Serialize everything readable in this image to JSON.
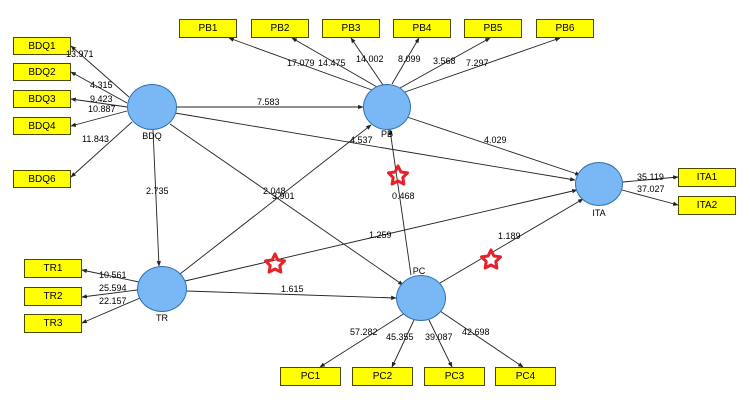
{
  "constructs": {
    "BDQ": "BDQ",
    "PB": "PB",
    "TR": "TR",
    "PC": "PC",
    "ITA": "ITA"
  },
  "indicators": {
    "BDQ1": "BDQ1",
    "BDQ2": "BDQ2",
    "BDQ3": "BDQ3",
    "BDQ4": "BDQ4",
    "BDQ6": "BDQ6",
    "PB1": "PB1",
    "PB2": "PB2",
    "PB3": "PB3",
    "PB4": "PB4",
    "PB5": "PB5",
    "PB6": "PB6",
    "TR1": "TR1",
    "TR2": "TR2",
    "TR3": "TR3",
    "PC1": "PC1",
    "PC2": "PC2",
    "PC3": "PC3",
    "PC4": "PC4",
    "ITA1": "ITA1",
    "ITA2": "ITA2"
  },
  "weights": {
    "bdq_bdq1": "13.971",
    "bdq_bdq2": "4.315",
    "bdq_bdq3": "9.423",
    "bdq_bdq4": "10.887",
    "bdq_bdq6": "11.843",
    "pb_pb1": "17.079",
    "pb_pb2": "14.475",
    "pb_pb3": "14.002",
    "pb_pb4": "8.099",
    "pb_pb5": "3.568",
    "pb_pb6": "7.297",
    "tr_tr1": "10.561",
    "tr_tr2": "25.594",
    "tr_tr3": "22.157",
    "pc_pc1": "57.282",
    "pc_pc2": "45.355",
    "pc_pc3": "39.087",
    "pc_pc4": "42.698",
    "ita_ita1": "35.119",
    "ita_ita2": "37.027",
    "bdq_pb": "7.583",
    "bdq_tr": "2.735",
    "bdq_pc": "3.901",
    "bdq_ita": "2.048",
    "tr_pb": "4.537",
    "tr_pc": "1.615",
    "tr_ita": "1.259",
    "pb_ita": "4.029",
    "pc_pb": "0.468",
    "pc_ita": "1.189"
  },
  "colors": {
    "indicator_fill": "#ffff00",
    "construct_fill": "#7ab8f5",
    "star": "#e8202a"
  }
}
